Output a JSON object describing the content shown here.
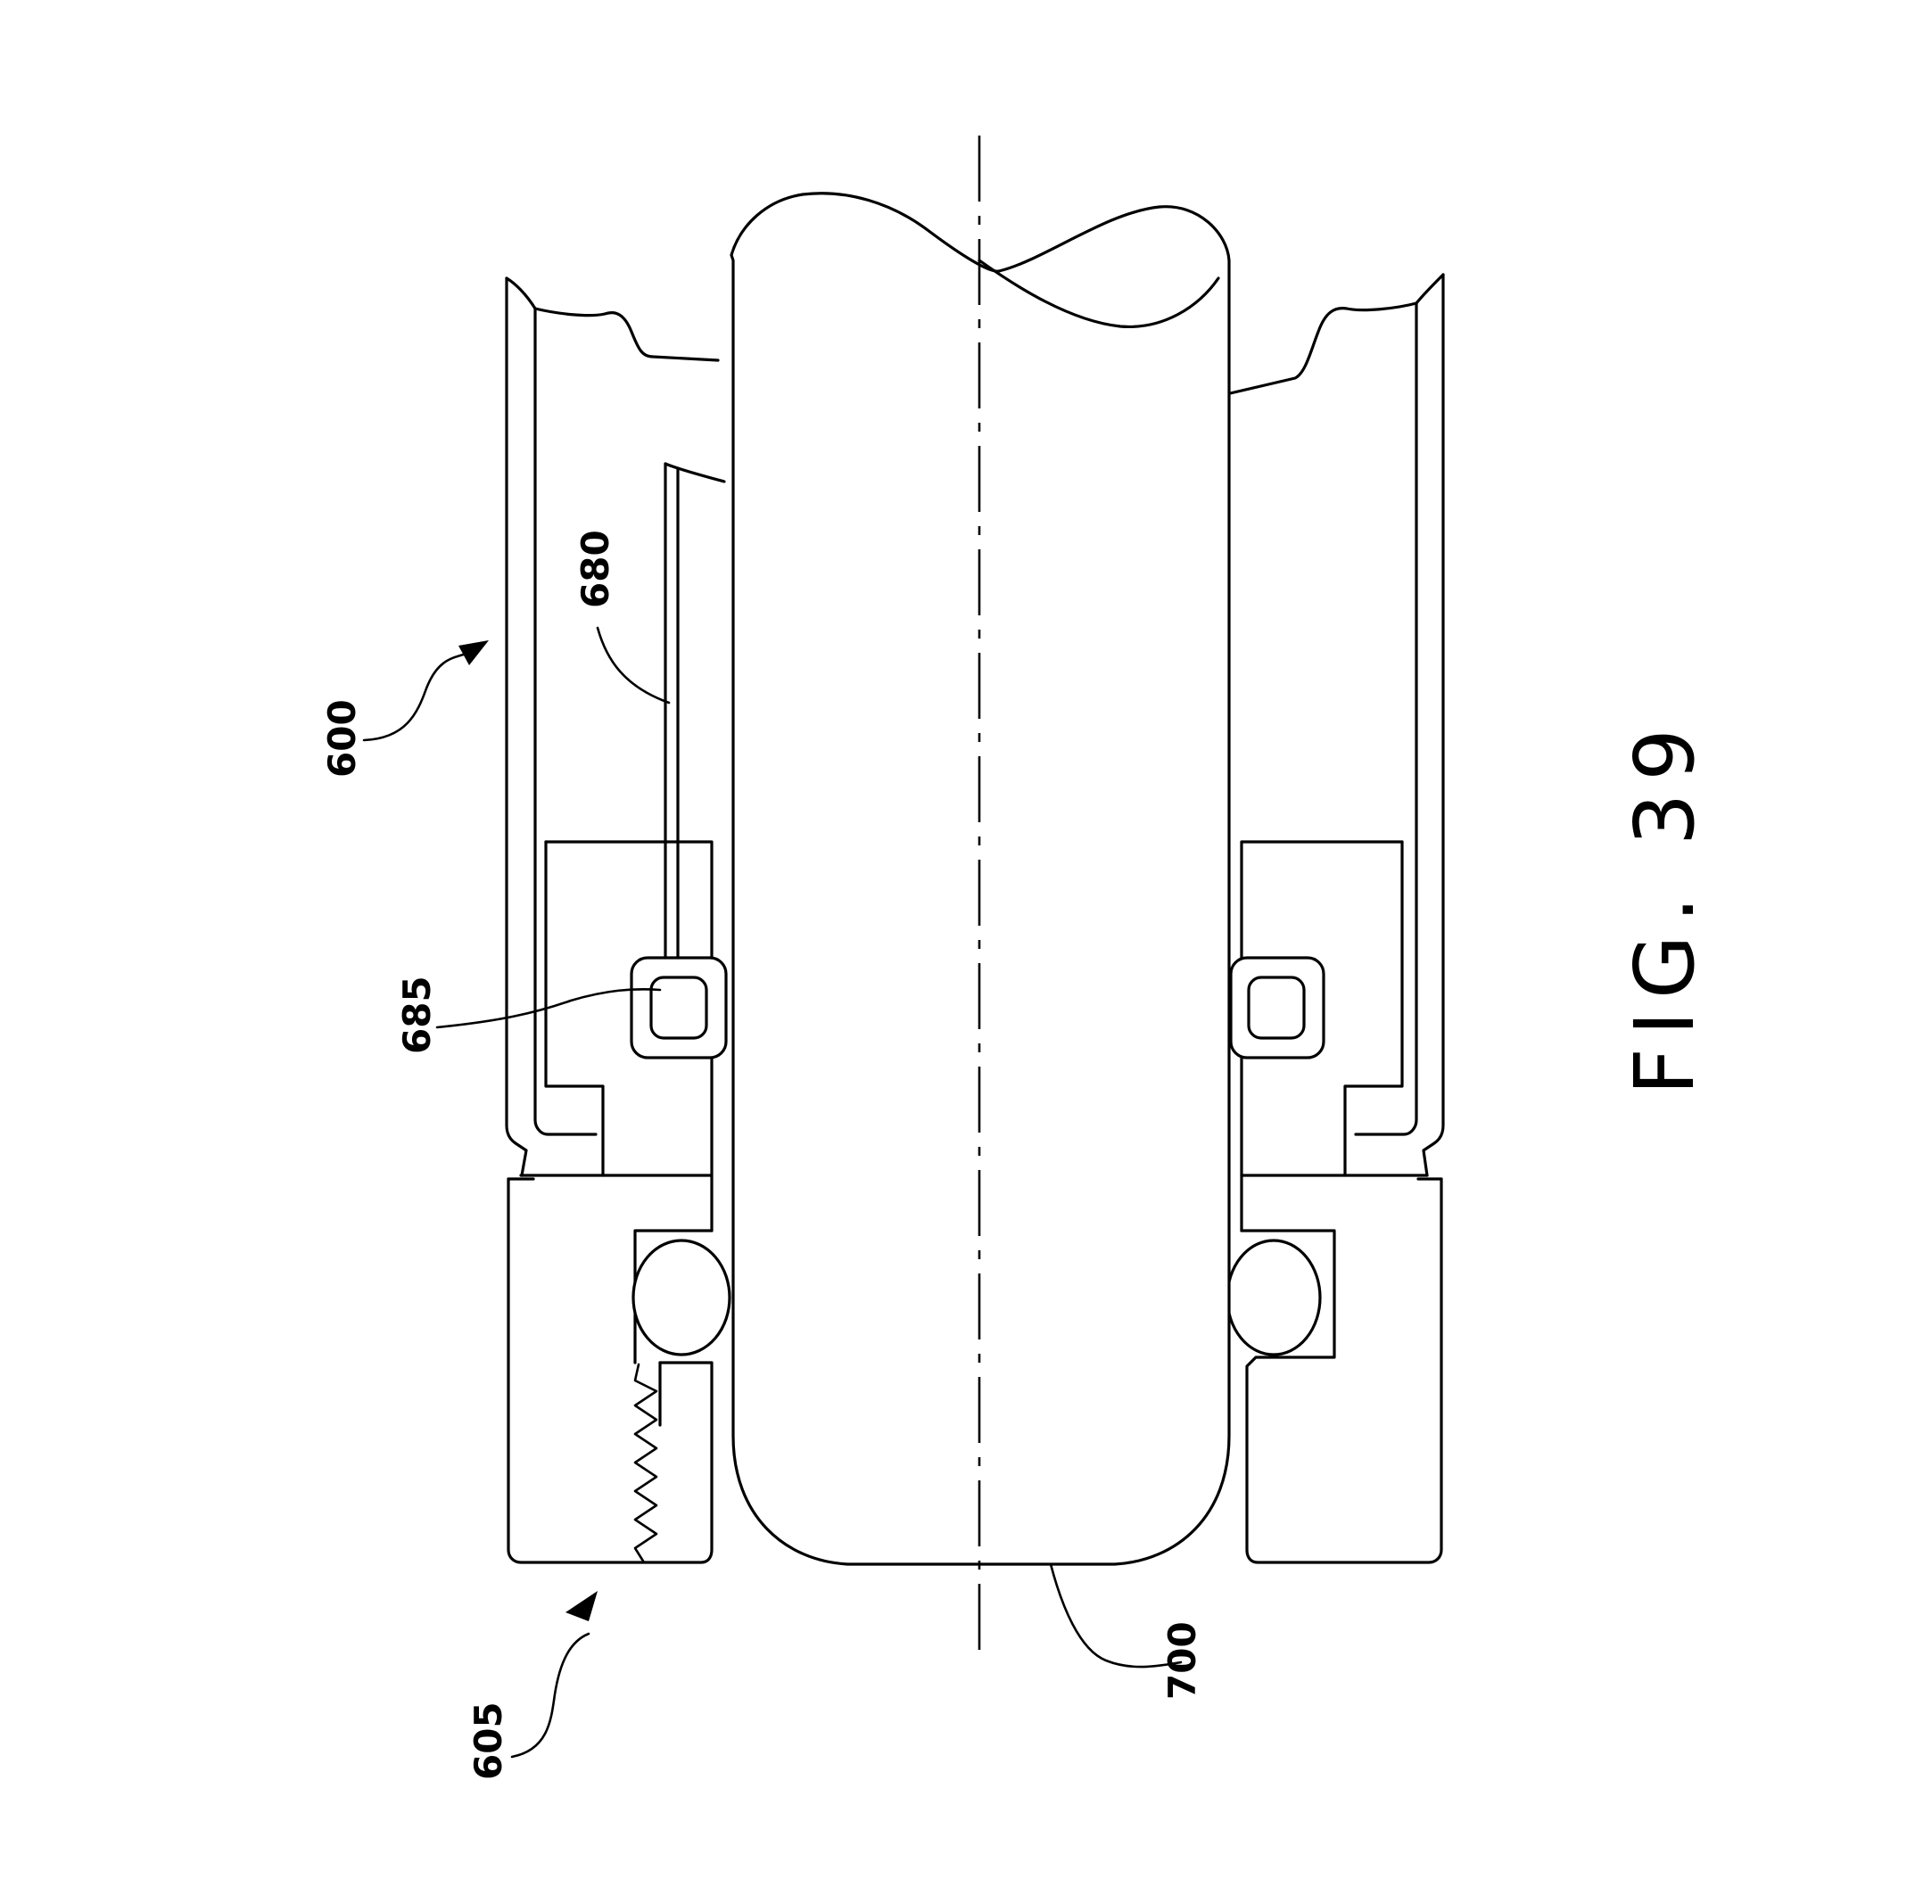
{
  "figure": {
    "label": "FIG. 39"
  },
  "references": {
    "r600": "600",
    "r605": "605",
    "r680": "680",
    "r685": "685",
    "r700": "700"
  },
  "colors": {
    "ink": "#000000",
    "paper": "#ffffff"
  }
}
